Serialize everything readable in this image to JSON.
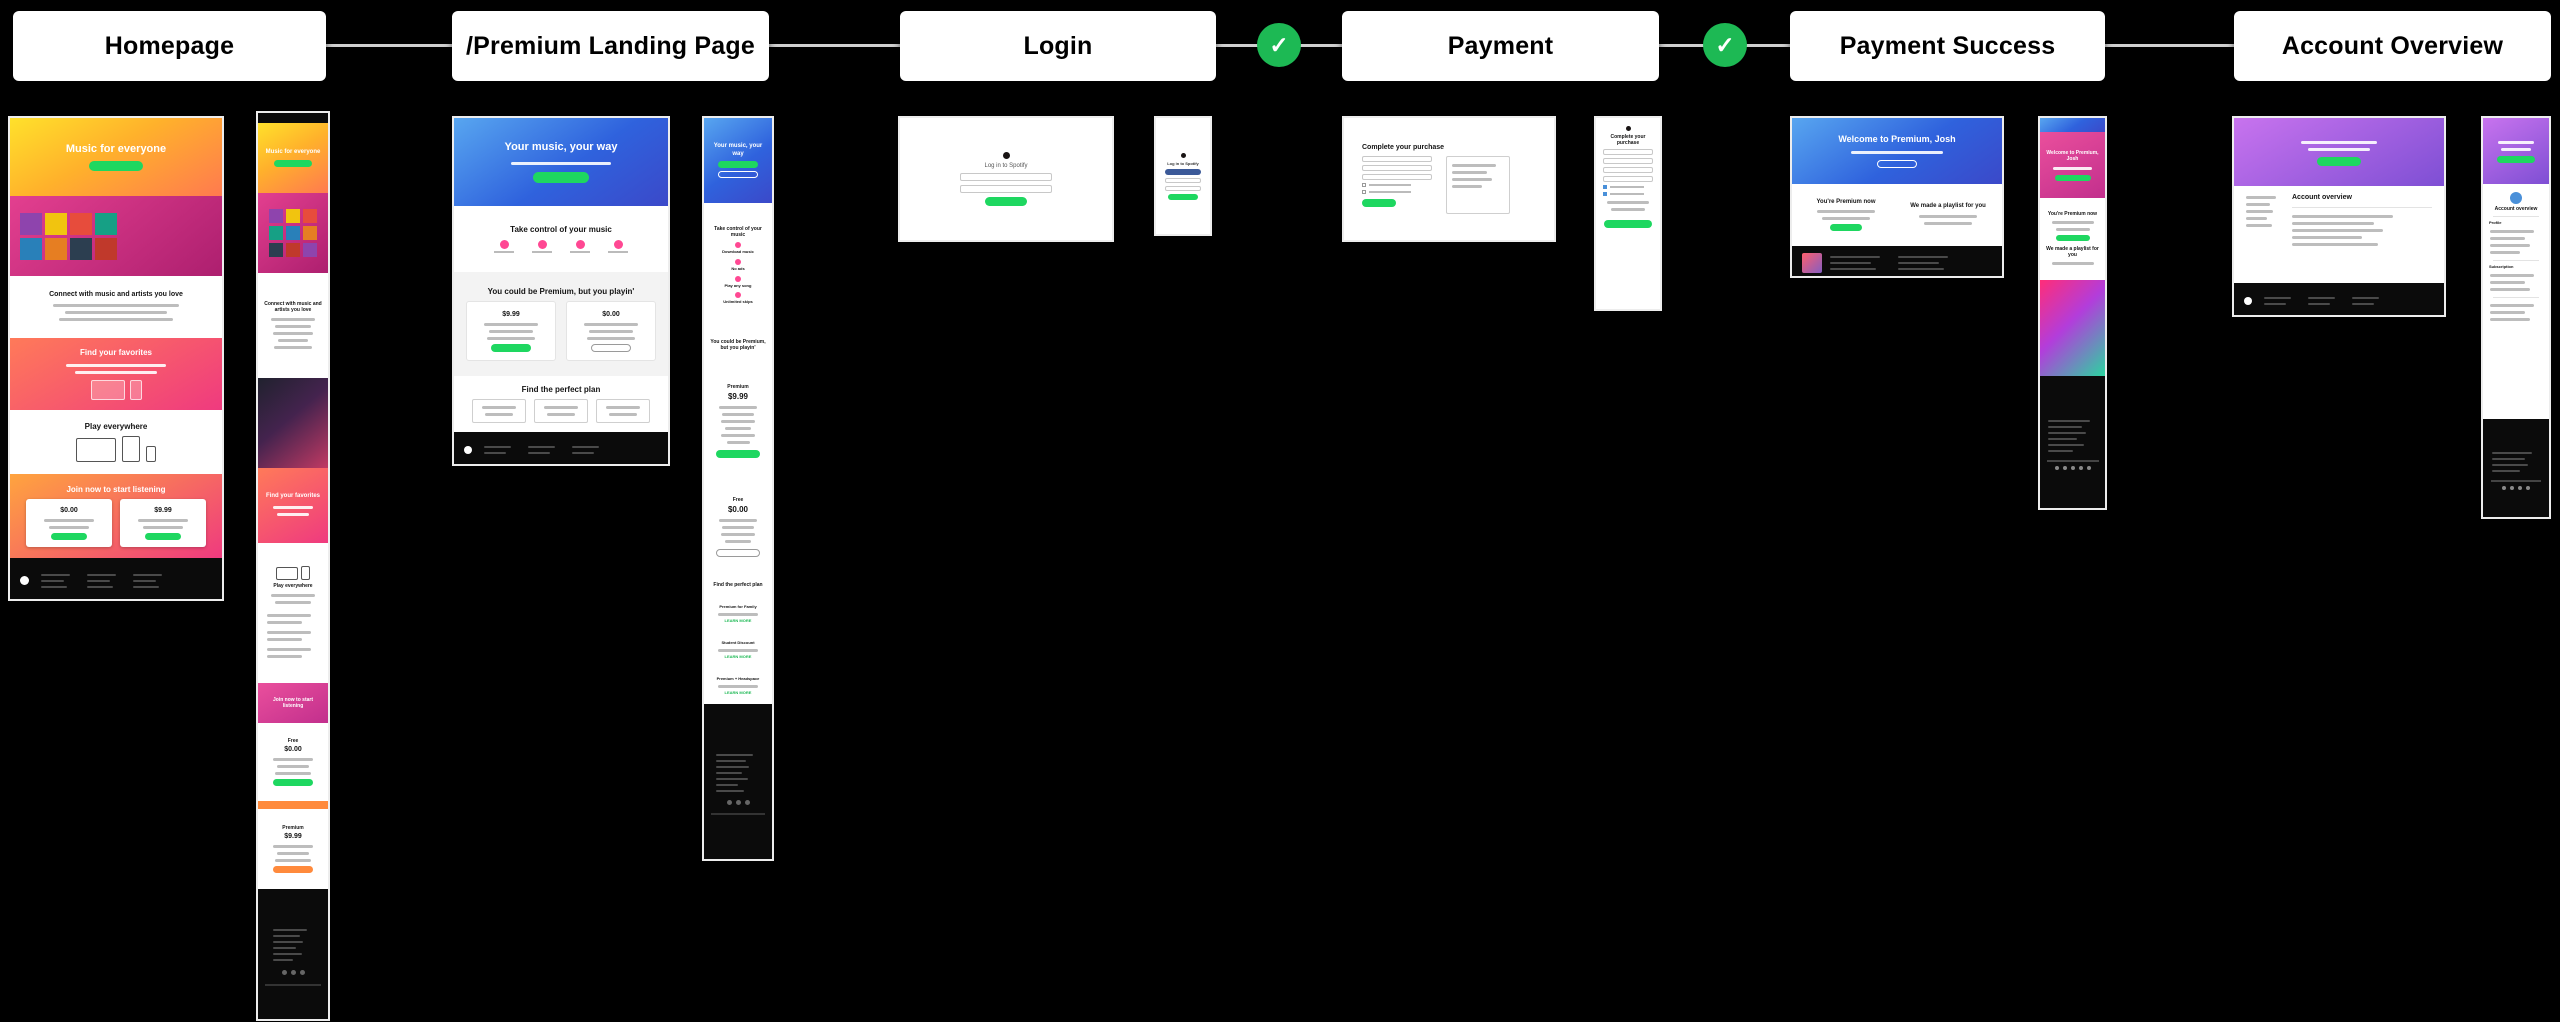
{
  "icons": {
    "check": "✓"
  },
  "colors": {
    "background": "#000000",
    "connector": "#cfcfcf",
    "step_box": "#ffffff",
    "check_green": "#1db954",
    "spotify_green": "#1ed760"
  },
  "flow": {
    "steps": [
      {
        "label": "Homepage"
      },
      {
        "label": "/Premium Landing Page"
      },
      {
        "label": "Login"
      },
      {
        "label": "Payment"
      },
      {
        "label": "Payment Success"
      },
      {
        "label": "Account Overview"
      }
    ],
    "checkmarks": [
      {
        "between": "Login and Payment",
        "state": "complete"
      },
      {
        "between": "Payment and Payment Success",
        "state": "complete"
      }
    ]
  },
  "screens": {
    "homepage_desktop": {
      "hero_title": "Music for everyone",
      "connect_title": "Connect with music and artists you love",
      "favorites_title": "Find your favorites",
      "play_title": "Play everywhere",
      "join_title": "Join now to start listening",
      "free_price": "$0.00",
      "premium_price": "$9.99"
    },
    "homepage_mobile": {
      "hero_title": "Music for everyone",
      "connect_title": "Connect with music and artists you love",
      "favorites_title": "Find your favorites",
      "play_title": "Play everywhere",
      "join_title": "Join now to start listening",
      "free_label": "Free",
      "free_price": "$0.00",
      "premium_label": "Premium",
      "premium_price": "$9.99"
    },
    "premium_desktop": {
      "hero_title": "Your music, your way",
      "control_title": "Take control of your music",
      "upsell_title": "You could be Premium, but you playin'",
      "plan_title": "Find the perfect plan",
      "premium_price": "$9.99",
      "free_price": "$0.00"
    },
    "premium_mobile": {
      "hero_title": "Your music, your way",
      "control_title": "Take control of your music",
      "features": [
        "Download music",
        "No ads",
        "Play any song",
        "Unlimited skips"
      ],
      "upsell_title": "You could be Premium, but you playin'",
      "premium_label": "Premium",
      "premium_price": "$9.99",
      "free_label": "Free",
      "free_price": "$0.00",
      "plan_title": "Find the perfect plan",
      "plans": [
        {
          "name": "Premium for Family",
          "cta": "LEARN MORE"
        },
        {
          "name": "Student Discount",
          "cta": "LEARN MORE"
        },
        {
          "name": "Premium + Headspace",
          "cta": "LEARN MORE"
        }
      ]
    },
    "login_desktop": {
      "title": "Log in to Spotify"
    },
    "login_mobile": {
      "title": "Log in to Spotify"
    },
    "payment_desktop": {
      "title": "Complete your purchase"
    },
    "payment_mobile": {
      "title": "Complete your purchase"
    },
    "payment_success_desktop": {
      "hero_title": "Welcome to Premium, Josh",
      "premium_now_title": "You're Premium now",
      "playlist_title": "We made a playlist for you"
    },
    "payment_success_mobile": {
      "hero_title": "Welcome to Premium, Josh",
      "premium_now_title": "You're Premium now",
      "playlist_title": "We made a playlist for you"
    },
    "account_desktop": {
      "heading": "Account overview"
    },
    "account_mobile": {
      "heading": "Account overview",
      "profile": "Profile",
      "subscription": "Subscription"
    }
  }
}
